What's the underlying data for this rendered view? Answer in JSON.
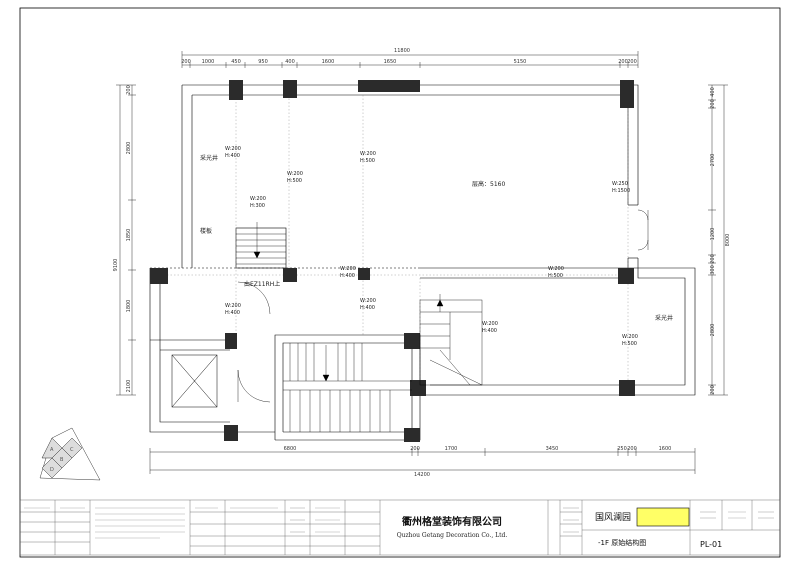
{
  "dimensions": {
    "top_total": "11800",
    "top_segments": [
      "200",
      "1000",
      "450",
      "950",
      "400",
      "1600",
      "1650",
      "5150",
      "200",
      "200"
    ],
    "bottom_total": "14200",
    "bottom_segments": [
      "6800",
      "200",
      "1700",
      "3450",
      "250",
      "200",
      "1600"
    ],
    "left_total": "9100",
    "left_segments": [
      "200",
      "2800",
      "1850",
      "1800",
      "2100"
    ],
    "right_total": "8000",
    "right_segments": [
      "400",
      "200",
      "2700",
      "1200",
      "200",
      "300",
      "2800",
      "200"
    ]
  },
  "rooms": {
    "skylight_left": "采光井",
    "skylight_right": "采光井",
    "stair_label": "楼板",
    "floor_height": "层高：5160",
    "elevator_note": "由EZ11RH上"
  },
  "beams": [
    {
      "w": "W:200",
      "h": "H:400"
    },
    {
      "w": "W:200",
      "h": "H:500"
    },
    {
      "w": "W:200",
      "h": "H:500"
    },
    {
      "w": "W:200",
      "h": "H:300"
    },
    {
      "w": "W:250",
      "h": "H:1500"
    },
    {
      "w": "W:200",
      "h": "H:400"
    },
    {
      "w": "W:200",
      "h": "H:500"
    },
    {
      "w": "W:200",
      "h": "H:400"
    },
    {
      "w": "W:200",
      "h": "H:400"
    },
    {
      "w": "W:200",
      "h": "H:400"
    },
    {
      "w": "W:200",
      "h": "H:500"
    }
  ],
  "compass": [
    "A",
    "B",
    "C",
    "D"
  ],
  "title_block": {
    "company_cn": "衢州格堂装饰有限公司",
    "company_en": "Quzhou Getang Decoration Co., Ltd.",
    "project_name": "国风澜园",
    "drawing_name": "-1F 原始结构图",
    "drawing_no": "PL-01",
    "highlight_color": "#ffff66"
  }
}
